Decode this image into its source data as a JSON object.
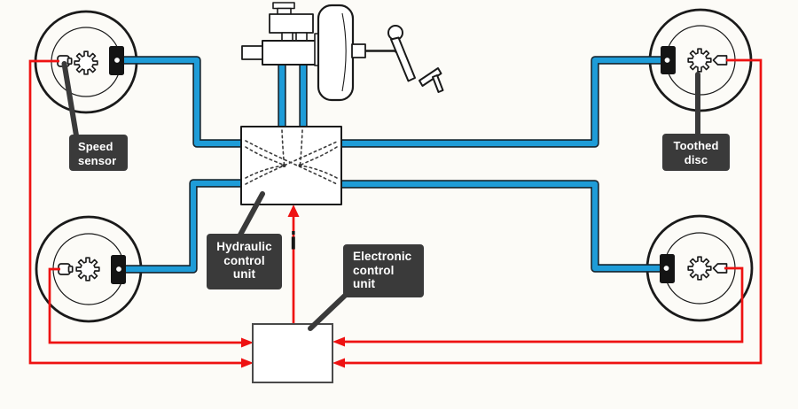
{
  "diagram": {
    "labels": {
      "speed_sensor": {
        "line1": "Speed",
        "line2": "sensor"
      },
      "toothed_disc": {
        "line1": "Toothed",
        "line2": "disc"
      },
      "hydraulic_control_unit": {
        "line1": "Hydraulic",
        "line2": "control",
        "line3": "unit"
      },
      "electronic_control_unit": {
        "line1": "Electronic",
        "line2": "control",
        "line3": "unit"
      }
    },
    "colors": {
      "hydraulic_line_blue": "#1e9cd8",
      "signal_line_red": "#ee1212",
      "label_background": "#3a3a3a",
      "label_text": "#ffffff",
      "line_art": "#1a1a1a",
      "background": "#fcfbf7"
    }
  }
}
